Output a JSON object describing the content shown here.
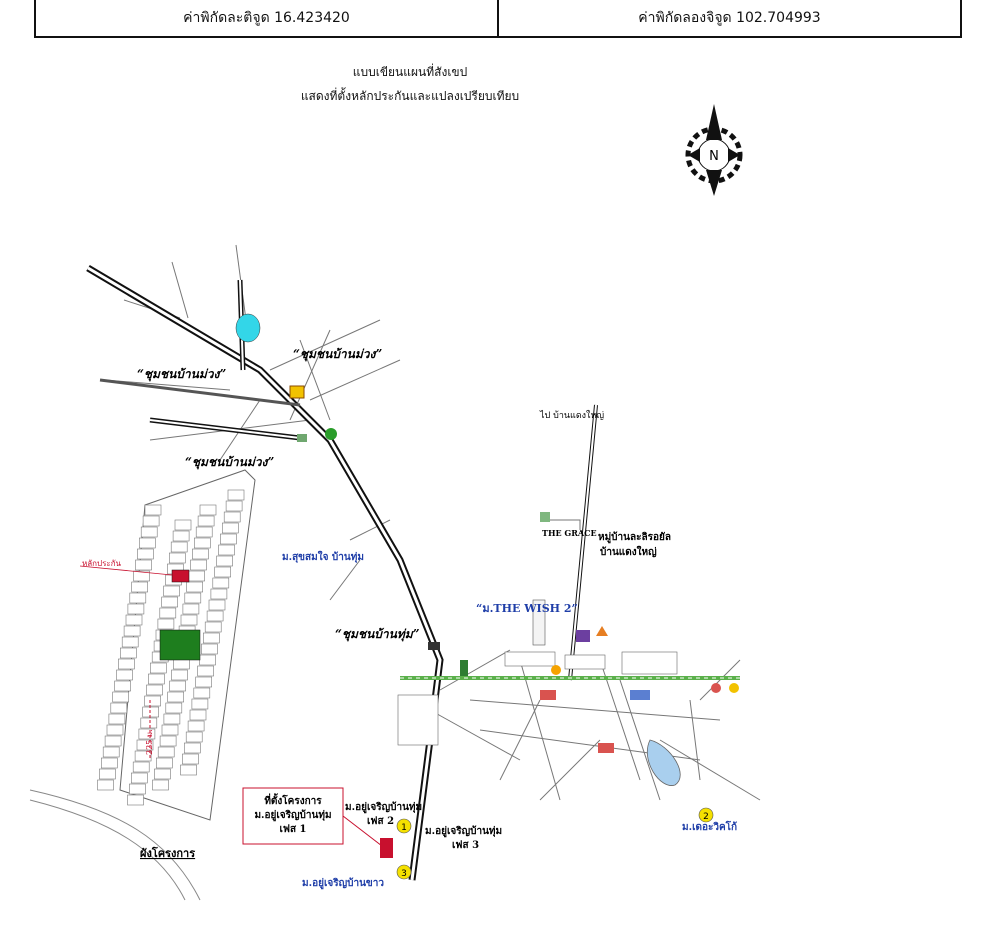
{
  "coordinates": {
    "latitude": "ค่าพิกัดละติจูด 16.423420",
    "longitude": "ค่าพิกัดลองจิจูด 102.704993"
  },
  "title": {
    "line1": "แบบเขียนแผนที่สังเขป",
    "line2": "แสดงที่ตั้งหลักประกันและแปลงเปรียบเทียบ"
  },
  "compass": {
    "letter": "N"
  },
  "map": {
    "labels": {
      "community_north": "“ชุมชนบ้านม่วง”",
      "community_west": "“ชุมชนบ้านม่วง”",
      "community_south": "“ชุมชนบ้านม่วง”",
      "community_thum": "“ชุมชนบ้านทุ่ม”",
      "village_sukjai": "ม.สุขสมใจ บ้านทุ่ม",
      "to_ban_daeng_yai": "ไป บ้านแดงใหญ่",
      "the_grace": "THE GRACE",
      "village_royal": "หมู่บ้านละลิรอยัล",
      "ban_daeng_yai": "บ้านแดงใหญ่",
      "the_wish": "“ม.THE WISH 2”",
      "collateral": "หลักประกัน",
      "project_plan": "ผังโครงการ",
      "site_box_1": "ที่ตั้งโครงการ",
      "site_box_2": "ม.อยู่เจริญบ้านทุ่ม",
      "site_box_3": "เฟส 1",
      "phase2_name": "ม.อยู่เจริญบ้านทุ่ม",
      "phase2": "เฟส 2",
      "phase3_name": "ม.อยู่เจริญบ้านทุ่ม",
      "phase3": "เฟส 3",
      "village_baan_kho": "ม.อยู่เจริญบ้านขาว",
      "village_east": "ม.เดอะวิคโก้",
      "road_width": "225 ม.",
      "marker_1": "1",
      "marker_2": "2",
      "marker_3": "3"
    }
  }
}
